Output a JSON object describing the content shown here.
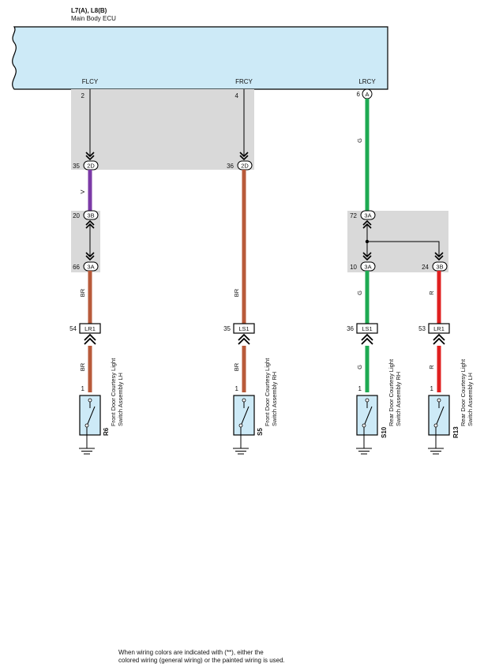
{
  "ecu": {
    "connector_ids": "L7(A), L8(B)",
    "name": "Main Body ECU",
    "terminals": {
      "flcy": {
        "name": "FLCY",
        "pin": "2"
      },
      "frcy": {
        "name": "FRCY",
        "pin": "4"
      },
      "lrcy": {
        "name": "LRCY",
        "pin": "6",
        "connector": "A"
      }
    }
  },
  "junctions": {
    "j1_2d": {
      "pin": "35",
      "connector": "2D"
    },
    "j2_2d": {
      "pin": "36",
      "connector": "2D"
    },
    "j1_3b": {
      "pin": "20",
      "connector": "3B"
    },
    "j1_3a": {
      "pin": "66",
      "connector": "3A"
    },
    "j3_3a_top": {
      "pin": "72",
      "connector": "3A"
    },
    "j3_3a_bot": {
      "pin": "10",
      "connector": "3A"
    },
    "j4_3b": {
      "pin": "24",
      "connector": "3B"
    }
  },
  "inline_connectors": {
    "c1": {
      "pin": "54",
      "label": "LR1"
    },
    "c2": {
      "pin": "35",
      "label": "LS1"
    },
    "c3": {
      "pin": "36",
      "label": "LS1"
    },
    "c4": {
      "pin": "53",
      "label": "LR1"
    }
  },
  "wire_colors": {
    "w1_top": "V",
    "w1_mid": "BR",
    "w1_bot": "BR",
    "w2_mid": "BR",
    "w2_bot": "BR",
    "w3_top": "G",
    "w3_mid": "G",
    "w3_bot": "G",
    "w4_mid": "R",
    "w4_bot": "R"
  },
  "switches": {
    "r6": {
      "code": "R6",
      "pin": "1",
      "name_line1": "Front Door Courtesy Light",
      "name_line2": "Switch Assembly LH"
    },
    "s5": {
      "code": "S5",
      "pin": "1",
      "name_line1": "Front Door Courtesy Light",
      "name_line2": "Switch Assembly RH"
    },
    "s10": {
      "code": "S10",
      "pin": "1",
      "name_line1": "Rear Door Courtesy Light",
      "name_line2": "Switch Assembly RH"
    },
    "r13": {
      "code": "R13",
      "pin": "1",
      "name_line1": "Rear Door Courtesy Light",
      "name_line2": "Switch Assembly LH"
    }
  },
  "footnote": {
    "line1": "When wiring colors are indicated with (**),  either the",
    "line2": "colored wiring (general wiring) or the painted wiring is used."
  },
  "colors": {
    "ecu_fill": "#cdeaf7",
    "shade": "#d9d9d9",
    "wire_violet": "#7b3aa6",
    "wire_brown": "#b85a3a",
    "wire_green": "#1eaa52",
    "wire_red": "#e02020",
    "switch_fill": "#cdeaf7"
  }
}
